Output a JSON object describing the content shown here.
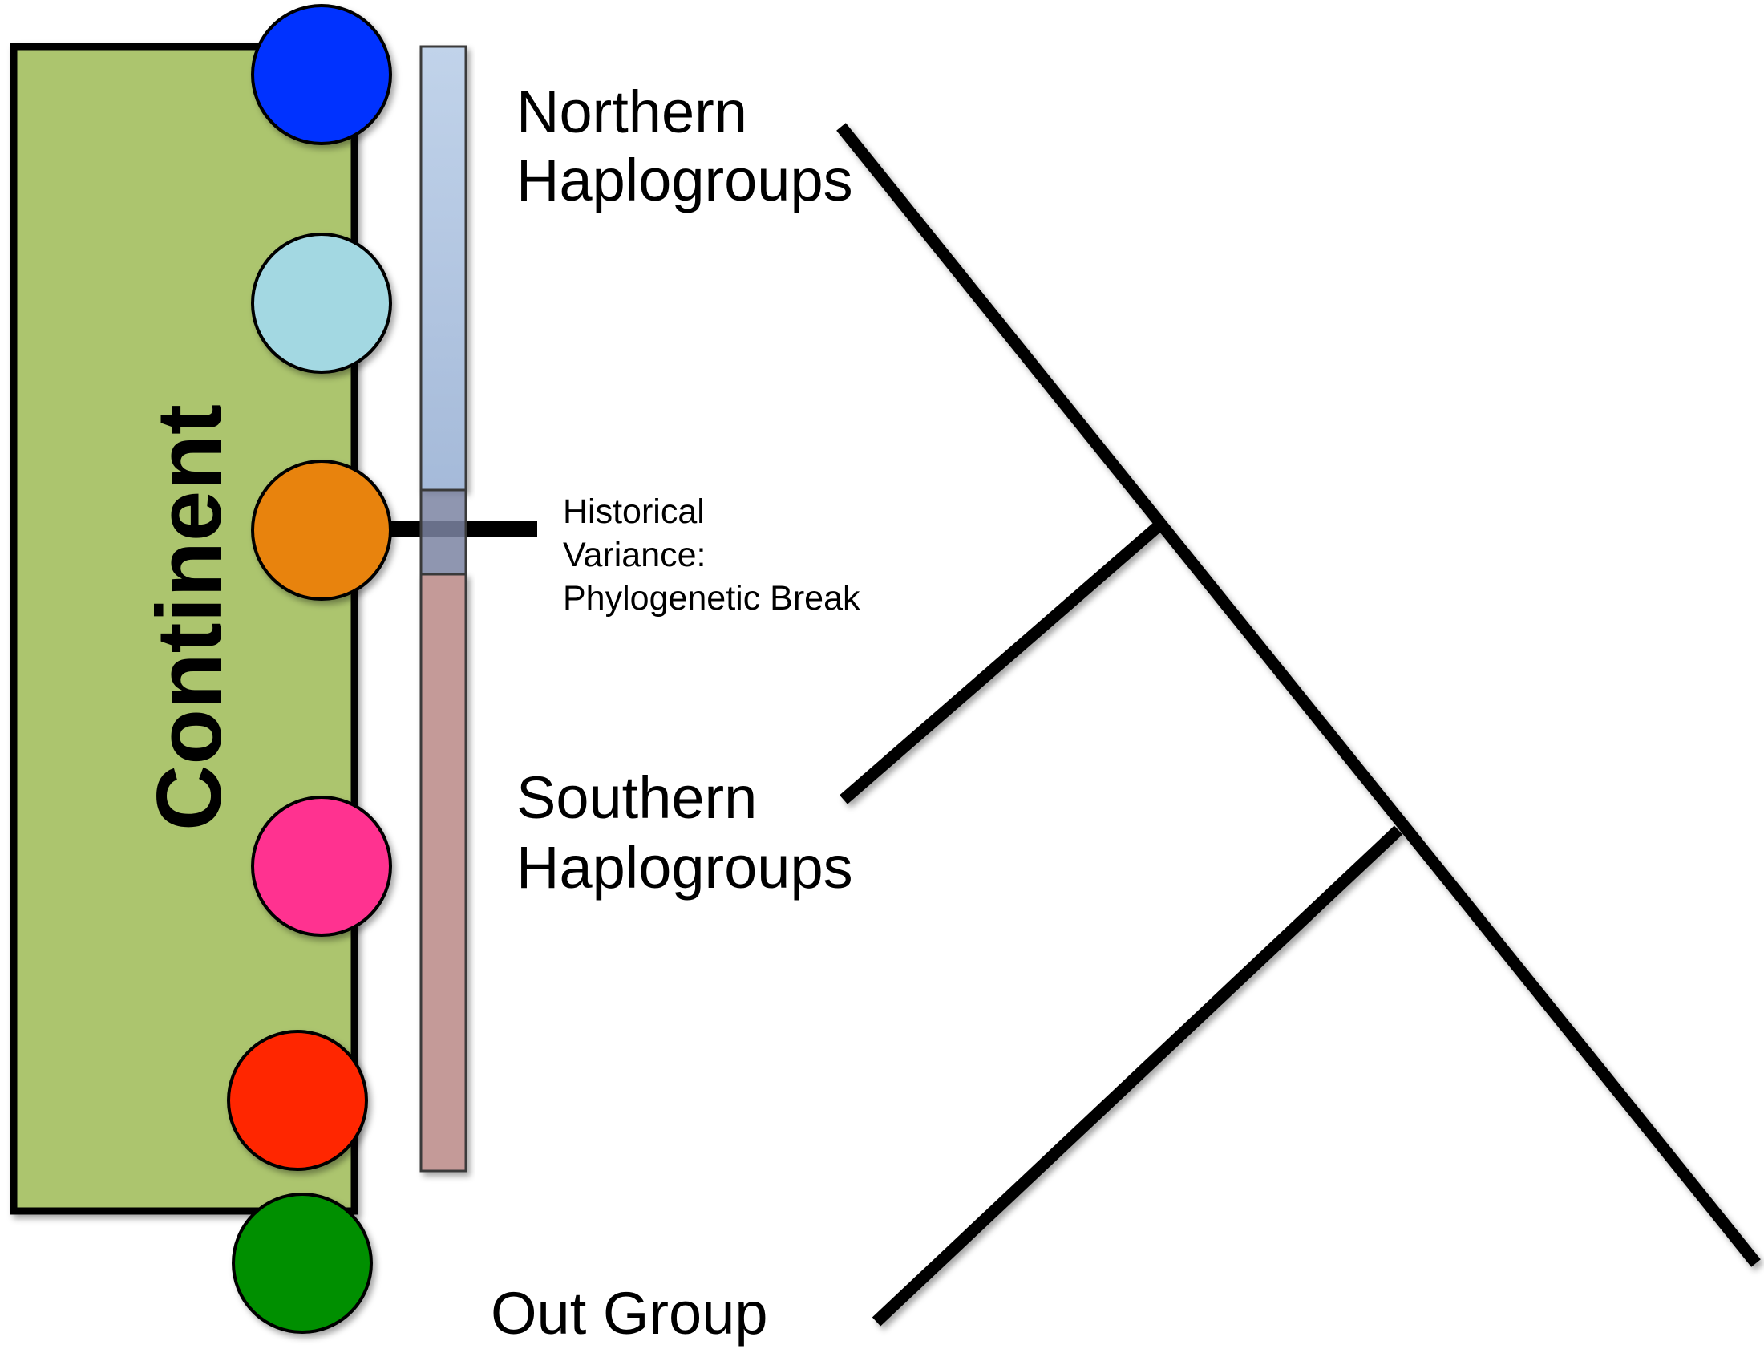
{
  "continent": {
    "label": "Continent",
    "fill": "#acc56e",
    "stroke": "#000000"
  },
  "populations": [
    {
      "name": "population-1",
      "color": "#0433ff"
    },
    {
      "name": "population-2",
      "color": "#a3d8e2"
    },
    {
      "name": "population-3",
      "color": "#e8830b"
    },
    {
      "name": "population-4",
      "color": "#ff3390"
    },
    {
      "name": "population-5",
      "color": "#ff2600"
    },
    {
      "name": "population-6",
      "color": "#008f00"
    }
  ],
  "variance_bar": {
    "northern_color_top": "#c1d3ea",
    "northern_color_bottom": "#a5bad9",
    "southern_color": "#c49a98",
    "break_color": "#7b84a2"
  },
  "labels": {
    "northern_line1": "Northern",
    "northern_line2": "Haplogroups",
    "historical_line1": "Historical",
    "historical_line2": "Variance:",
    "historical_line3": "Phylogenetic Break",
    "southern_line1": "Southern",
    "southern_line2": "Haplogroups",
    "out_group": "Out Group"
  }
}
